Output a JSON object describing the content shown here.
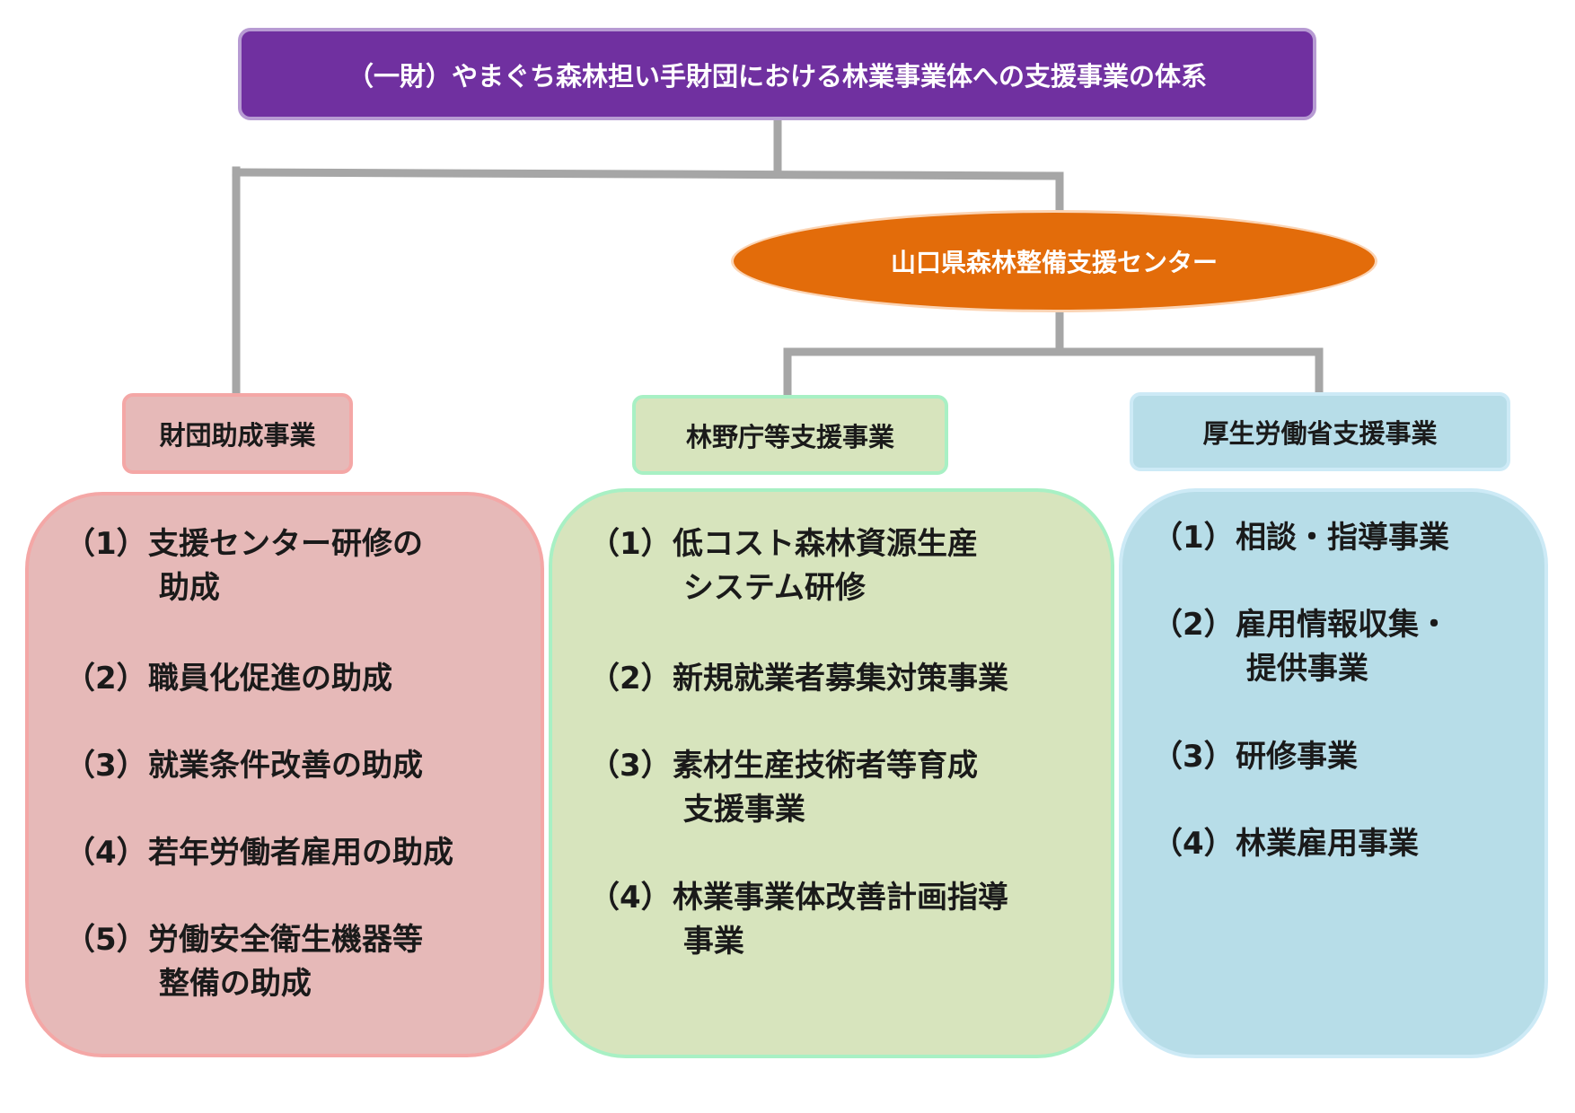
{
  "title": "（一財）やまぐち森林担い手財団における林業事業体への支援事業の体系",
  "center": "山口県森林整備支援センター",
  "categories": [
    {
      "label": "財団助成事業",
      "items": [
        {
          "num": "（1）",
          "text": "支援センター研修の\n 助成"
        },
        {
          "num": "（2）",
          "text": "職員化促進の助成"
        },
        {
          "num": "（3）",
          "text": "就業条件改善の助成"
        },
        {
          "num": "（4）",
          "text": "若年労働者雇用の助成"
        },
        {
          "num": "（5）",
          "text": "労働安全衛生機器等\n 整備の助成"
        }
      ]
    },
    {
      "label": "林野庁等支援事業",
      "items": [
        {
          "num": "（1）",
          "text": "低コスト森林資源生産\n システム研修"
        },
        {
          "num": "（2）",
          "text": "新規就業者募集対策事業"
        },
        {
          "num": "（3）",
          "text": "素材生産技術者等育成\n 支援事業"
        },
        {
          "num": "（4）",
          "text": "林業事業体改善計画指導\n 事業"
        }
      ]
    },
    {
      "label": "厚生労働省支援事業",
      "items": [
        {
          "num": "（1）",
          "text": "相談・指導事業"
        },
        {
          "num": "（2）",
          "text": "雇用情報収集・\n 提供事業"
        },
        {
          "num": "（3）",
          "text": "研修事業"
        },
        {
          "num": "（4）",
          "text": "林業雇用事業"
        }
      ]
    }
  ],
  "colors": {
    "title_bg": "#7030a0",
    "center_bg": "#e36c0a",
    "pink": "#e6b9b8",
    "green": "#d7e4bd",
    "blue": "#b7dde8",
    "connector": "#a6a6a6"
  }
}
